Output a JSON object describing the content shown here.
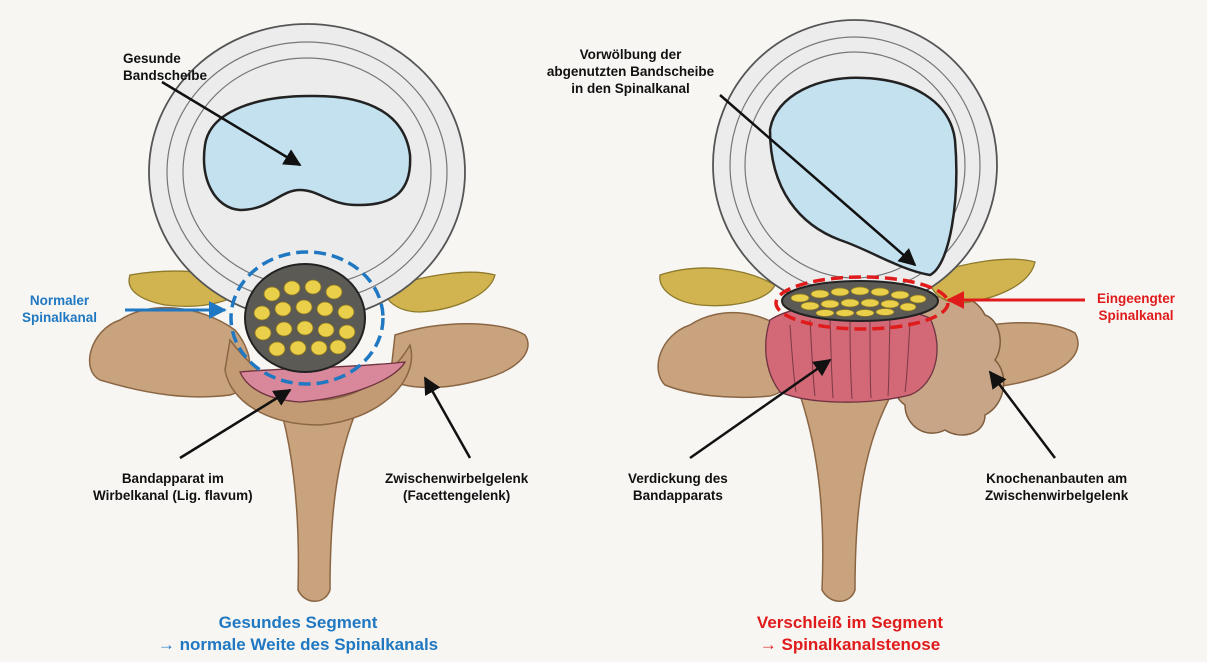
{
  "colors": {
    "healthy_accent": "#1f78c1",
    "disease_accent": "#e01b1b",
    "disc_nucleus": "#c4e1f0",
    "bone": "#c9a37e",
    "ligament": "#d8889a",
    "nerve_fibers": "#e9cf4a"
  },
  "left": {
    "label_disc": "Gesunde\nBandscheibe",
    "label_canal": "Normaler\nSpinalkanal",
    "label_ligament": "Bandapparat im\nWirbelkanal (Lig. flavum)",
    "label_facet": "Zwischenwirbelgelenk\n(Facettengelenk)",
    "caption": "Gesundes Segment\n→ normale Weite des Spinalkanals"
  },
  "right": {
    "label_bulge": "Vorwölbung der\nabgenutzten Bandscheibe\nin den Spinalkanal",
    "label_canal": "Eingeengter\nSpinalkanal",
    "label_thickening": "Verdickung des\nBandapparats",
    "label_osteophyte": "Knochenanbauten am\nZwischenwirbelgelenk",
    "caption": "Verschleiß im Segment\n→ Spinalkanalstenose"
  }
}
